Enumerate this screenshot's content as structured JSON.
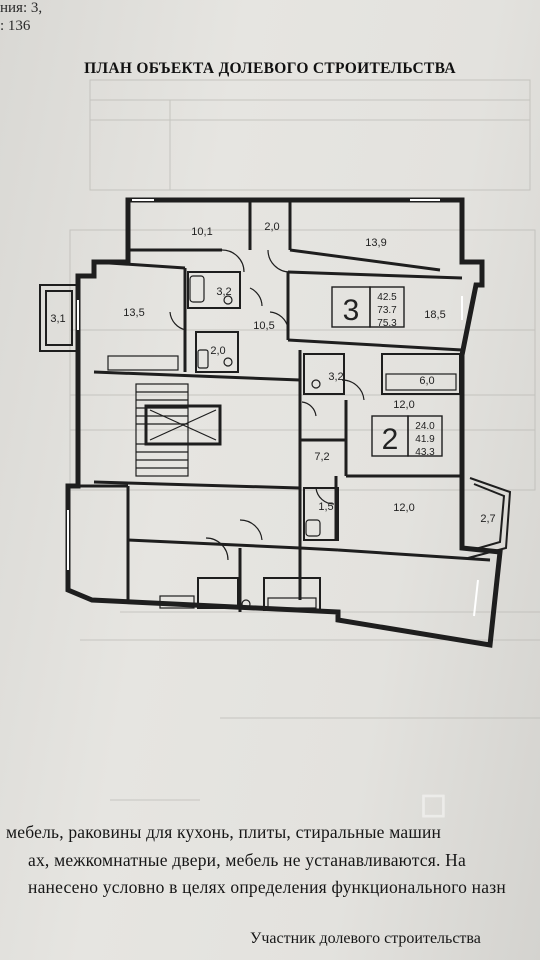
{
  "header": {
    "floor": "ния: 3,",
    "number": ": 136"
  },
  "title": "ПЛАН ОБЪЕКТА ДОЛЕВОГО СТРОИТЕЛЬСТВА",
  "plan": {
    "rooms": [
      "10,1",
      "2,0",
      "13,9",
      "3,1",
      "13,5",
      "3,2",
      "10,5",
      "2,0",
      "18,5",
      "3,2",
      "6,0",
      "12,0",
      "7,2",
      "1,5",
      "12,0",
      "2,7"
    ],
    "apartments": [
      {
        "number": "3",
        "areas": [
          "42.5",
          "73.7",
          "75.3"
        ]
      },
      {
        "number": "2",
        "areas": [
          "24.0",
          "41.9",
          "43.3"
        ]
      }
    ]
  },
  "body_lines": [
    "мебель, раковины для кухонь, плиты, стиральные машин",
    "ах, межкомнатные двери, мебель не устанавливаются. На",
    "нанесено условно в целях определения функционального назн"
  ],
  "signature": "Участник долевого строительства"
}
